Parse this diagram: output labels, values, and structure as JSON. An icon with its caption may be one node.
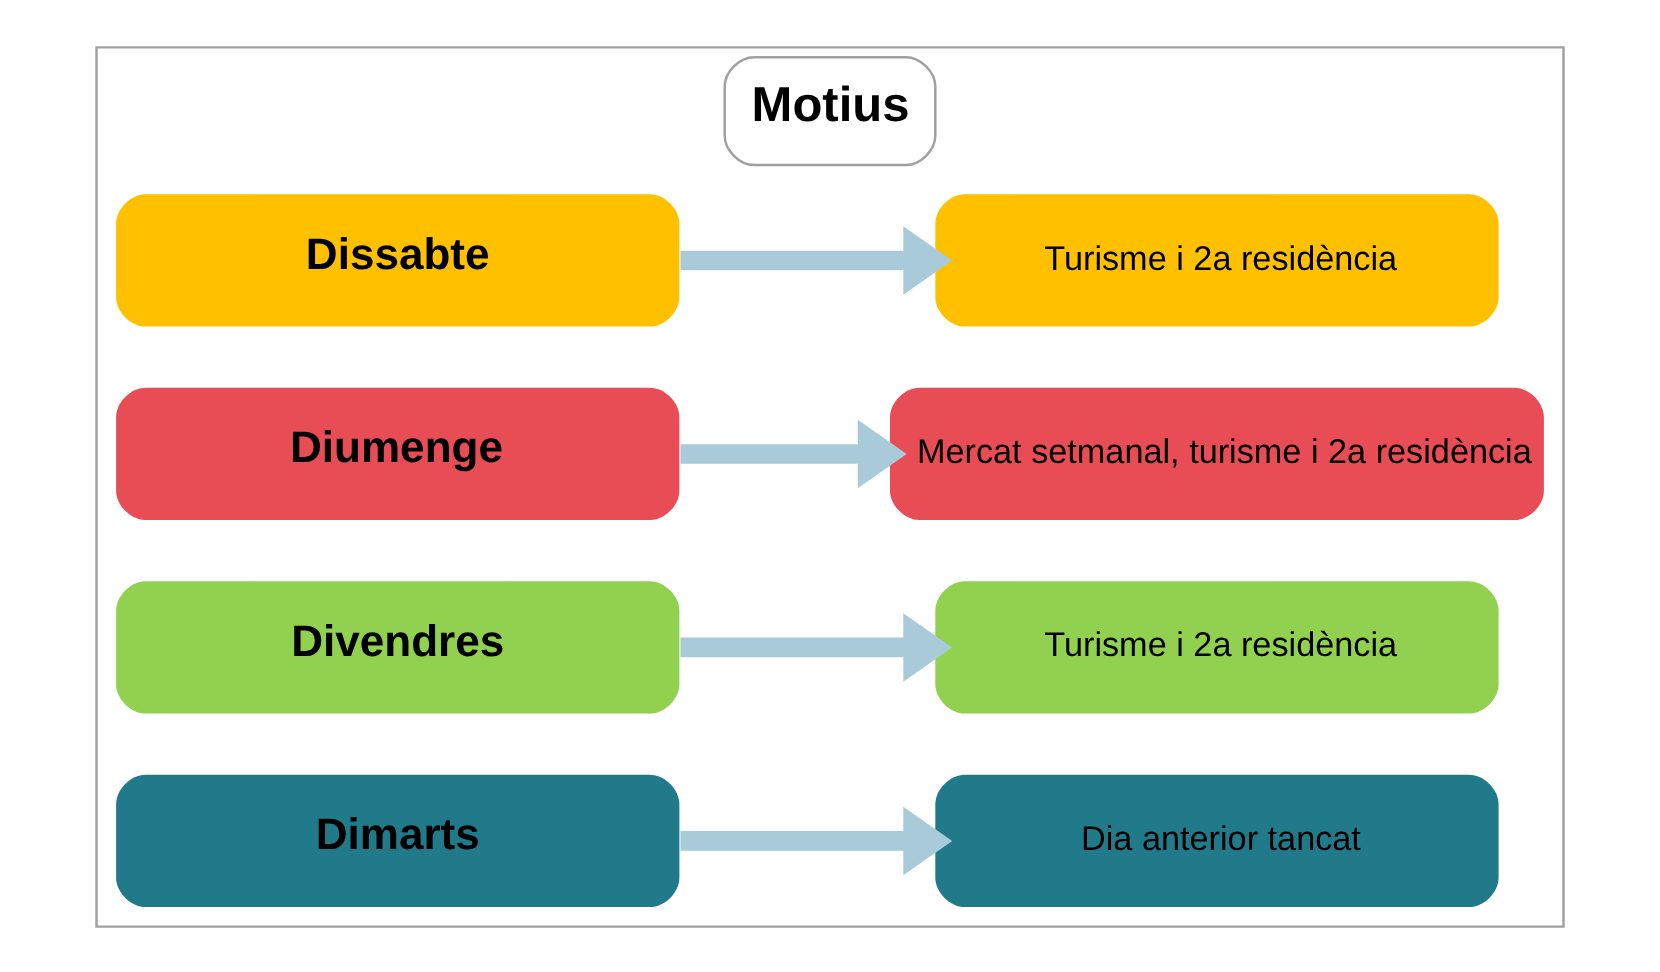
{
  "diagram": {
    "nodes": [
      {
        "text": [
          "Motius"
        ]
      },
      {
        "text": [
          "Dissabte"
        ],
        "in": 0
      },
      {
        "text": [
          "Turisme i 2a residència"
        ],
        "in": 0
      },
      {
        "text": [
          "Diumenge"
        ],
        "in": 0
      },
      {
        "text": [
          "Mercat setmanal, turisme i 2a residència"
        ],
        "in": 0
      },
      {
        "text": [
          "Divendres"
        ],
        "in": 0
      },
      {
        "text": [
          "Turisme i 2a residència"
        ],
        "in": 0
      },
      {
        "text": [
          "Dimarts"
        ],
        "in": 0
      },
      {
        "text": [
          "Dia anterior tancat"
        ],
        "in": 0
      }
    ],
    "edges": [
      {
        "from": 1,
        "to": 2,
        "arrow": "to"
      },
      {
        "from": 3,
        "to": 4,
        "arrow": "to"
      },
      {
        "from": 5,
        "to": 6,
        "arrow": "to"
      },
      {
        "from": 7,
        "to": 8,
        "arrow": "to"
      }
    ]
  }
}
